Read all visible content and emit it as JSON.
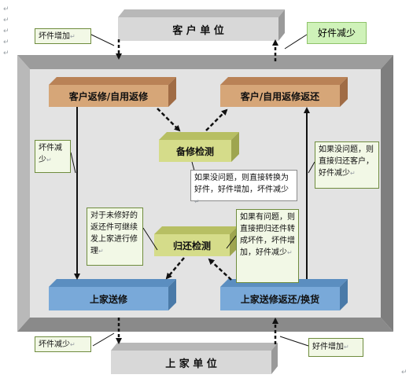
{
  "blocks": {
    "customer_unit": "客 户 单 位",
    "customer_return": "客户返修/自用返修",
    "customer_return_back": "客户/自用返修返还",
    "spare_inspection": "备修检测",
    "return_inspection": "归还检测",
    "upper_send_repair": "上家送修",
    "upper_return": "上家送修返还/换货",
    "upper_unit": "上 家 单 位"
  },
  "notes": {
    "bad_increase_top": "坏件增加",
    "good_decrease_top": "好件减少",
    "bad_decrease_left": "坏件减少",
    "if_no_problem_right": "如果没问题，则直接归还客户，好件减少",
    "spare_desc": "如果没问题，则直接转换为好件，好件增加，坏件减少",
    "unrepaired_desc": "对于未修好的返还件可继续发上家进行修理",
    "if_problem_desc": "如果有问题，则直接把归还件转成坏件，坏件增加，好件减少",
    "bad_decrease_bottom": "坏件减少",
    "good_increase_bottom": "好件增加"
  },
  "editor_mark": "↵",
  "colors": {
    "orange": "#d6a678",
    "olive": "#d5dc8a",
    "blue": "#79a9d9",
    "gray": "#cfcfcf"
  }
}
